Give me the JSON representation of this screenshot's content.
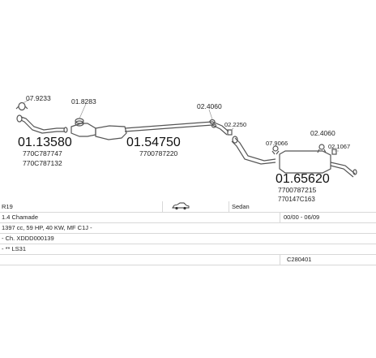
{
  "parts": {
    "front_pipe": {
      "number": "01.13580",
      "oem": [
        "770C787747",
        "770C787132"
      ]
    },
    "front_clamp": {
      "number": "07.9233"
    },
    "centre_clamp": {
      "number": "01.8283"
    },
    "centre_silencer": {
      "number": "01.54750",
      "oem": [
        "7700787220"
      ]
    },
    "mid_clamp": {
      "number": "02.4060"
    },
    "rubber_mount": {
      "number": "02.2250"
    },
    "rear_clamp_left": {
      "number": "07.9066"
    },
    "rear_clamp_right": {
      "number": "02.4060"
    },
    "rear_rubber": {
      "number": "02.1067"
    },
    "rear_silencer": {
      "number": "01.65620",
      "oem": [
        "7700787215",
        "770147C163"
      ]
    }
  },
  "info": {
    "model": "R19",
    "car_icon": "sedan-car-icon",
    "body_type": "Sedan",
    "engine_name": "1.4 Chamade",
    "production": "00/00 - 06/09",
    "engine_spec": "1397 cc, 59 HP, 40 KW, MF C1J -",
    "chassis": "- Ch. XDDD000139",
    "note": "- ** LS31",
    "set_code": "C280401"
  },
  "colors": {
    "line": "#555555",
    "grid": "#d8d8d8"
  }
}
